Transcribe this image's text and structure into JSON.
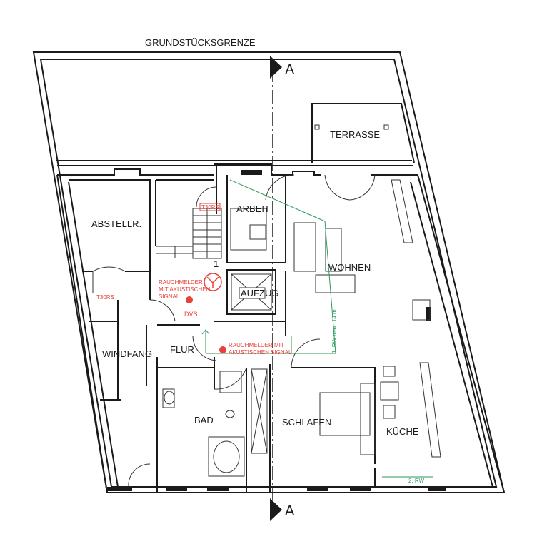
{
  "colors": {
    "walls": "#1a1a1a",
    "safety_red": "#e8413a",
    "escape_green": "#2e9a5a"
  },
  "labels": {
    "plot_boundary": "GRUNDSTÜCKSGRENZE",
    "section_top": "A",
    "section_bottom": "A",
    "terrasse": "TERRASSE",
    "abstellraum": "ABSTELLR.",
    "arbeit": "ARBEIT",
    "wohnen": "WOHNEN",
    "aufzug": "AUFZUG",
    "windfang": "WINDFANG",
    "flur": "FLUR",
    "bad": "BAD",
    "schlafen": "SCHLAFEN",
    "kueche": "KÜCHE"
  },
  "annotations": {
    "door_t30rs_stair": "T30RS",
    "door_t30rs_store": "T30RS",
    "smoke_1_line1": "RAUCHMELDER",
    "smoke_1_line2": "MIT AKUSTISCHEN",
    "smoke_1_line3": "SIGNAL",
    "dvs": "DVS",
    "smoke_2_line1": "RAUCHMELDER MIT",
    "smoke_2_line2": "AKUSTISCHEN SIGNAL",
    "stair_step": "1",
    "escape_route_1": "1. RW max. 14 m",
    "escape_route_2": "2. RW"
  },
  "icons": [
    "smoke-detector-icon",
    "smoke-exhaust-icon",
    "elevator-cross-icon",
    "section-arrow-icon"
  ]
}
